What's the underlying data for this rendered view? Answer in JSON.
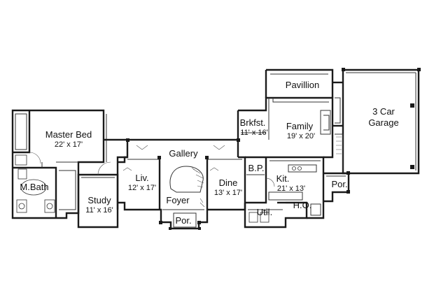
{
  "rooms": {
    "master_bed": {
      "name": "Master Bed",
      "dims": "22' x 17'"
    },
    "m_bath": {
      "name": "M.Bath"
    },
    "study": {
      "name": "Study",
      "dims": "11' x 16'"
    },
    "gallery": {
      "name": "Gallery"
    },
    "liv": {
      "name": "Liv.",
      "dims": "12' x 17'"
    },
    "foyer": {
      "name": "Foyer"
    },
    "por_front": {
      "name": "Por."
    },
    "dine": {
      "name": "Dine",
      "dims": "13' x 17'"
    },
    "brkfst": {
      "name": "Brkfst.",
      "dims": "11' x 16'"
    },
    "family": {
      "name": "Family",
      "dims": "19' x 20'"
    },
    "pavillion": {
      "name": "Pavillion"
    },
    "garage": {
      "name": "3 Car",
      "name2": "Garage"
    },
    "bp": {
      "name": "B.P."
    },
    "kit": {
      "name": "Kit.",
      "dims": "21' x 13'"
    },
    "util": {
      "name": "Util."
    },
    "ho": {
      "name": "H.O."
    },
    "por_side": {
      "name": "Por."
    }
  }
}
